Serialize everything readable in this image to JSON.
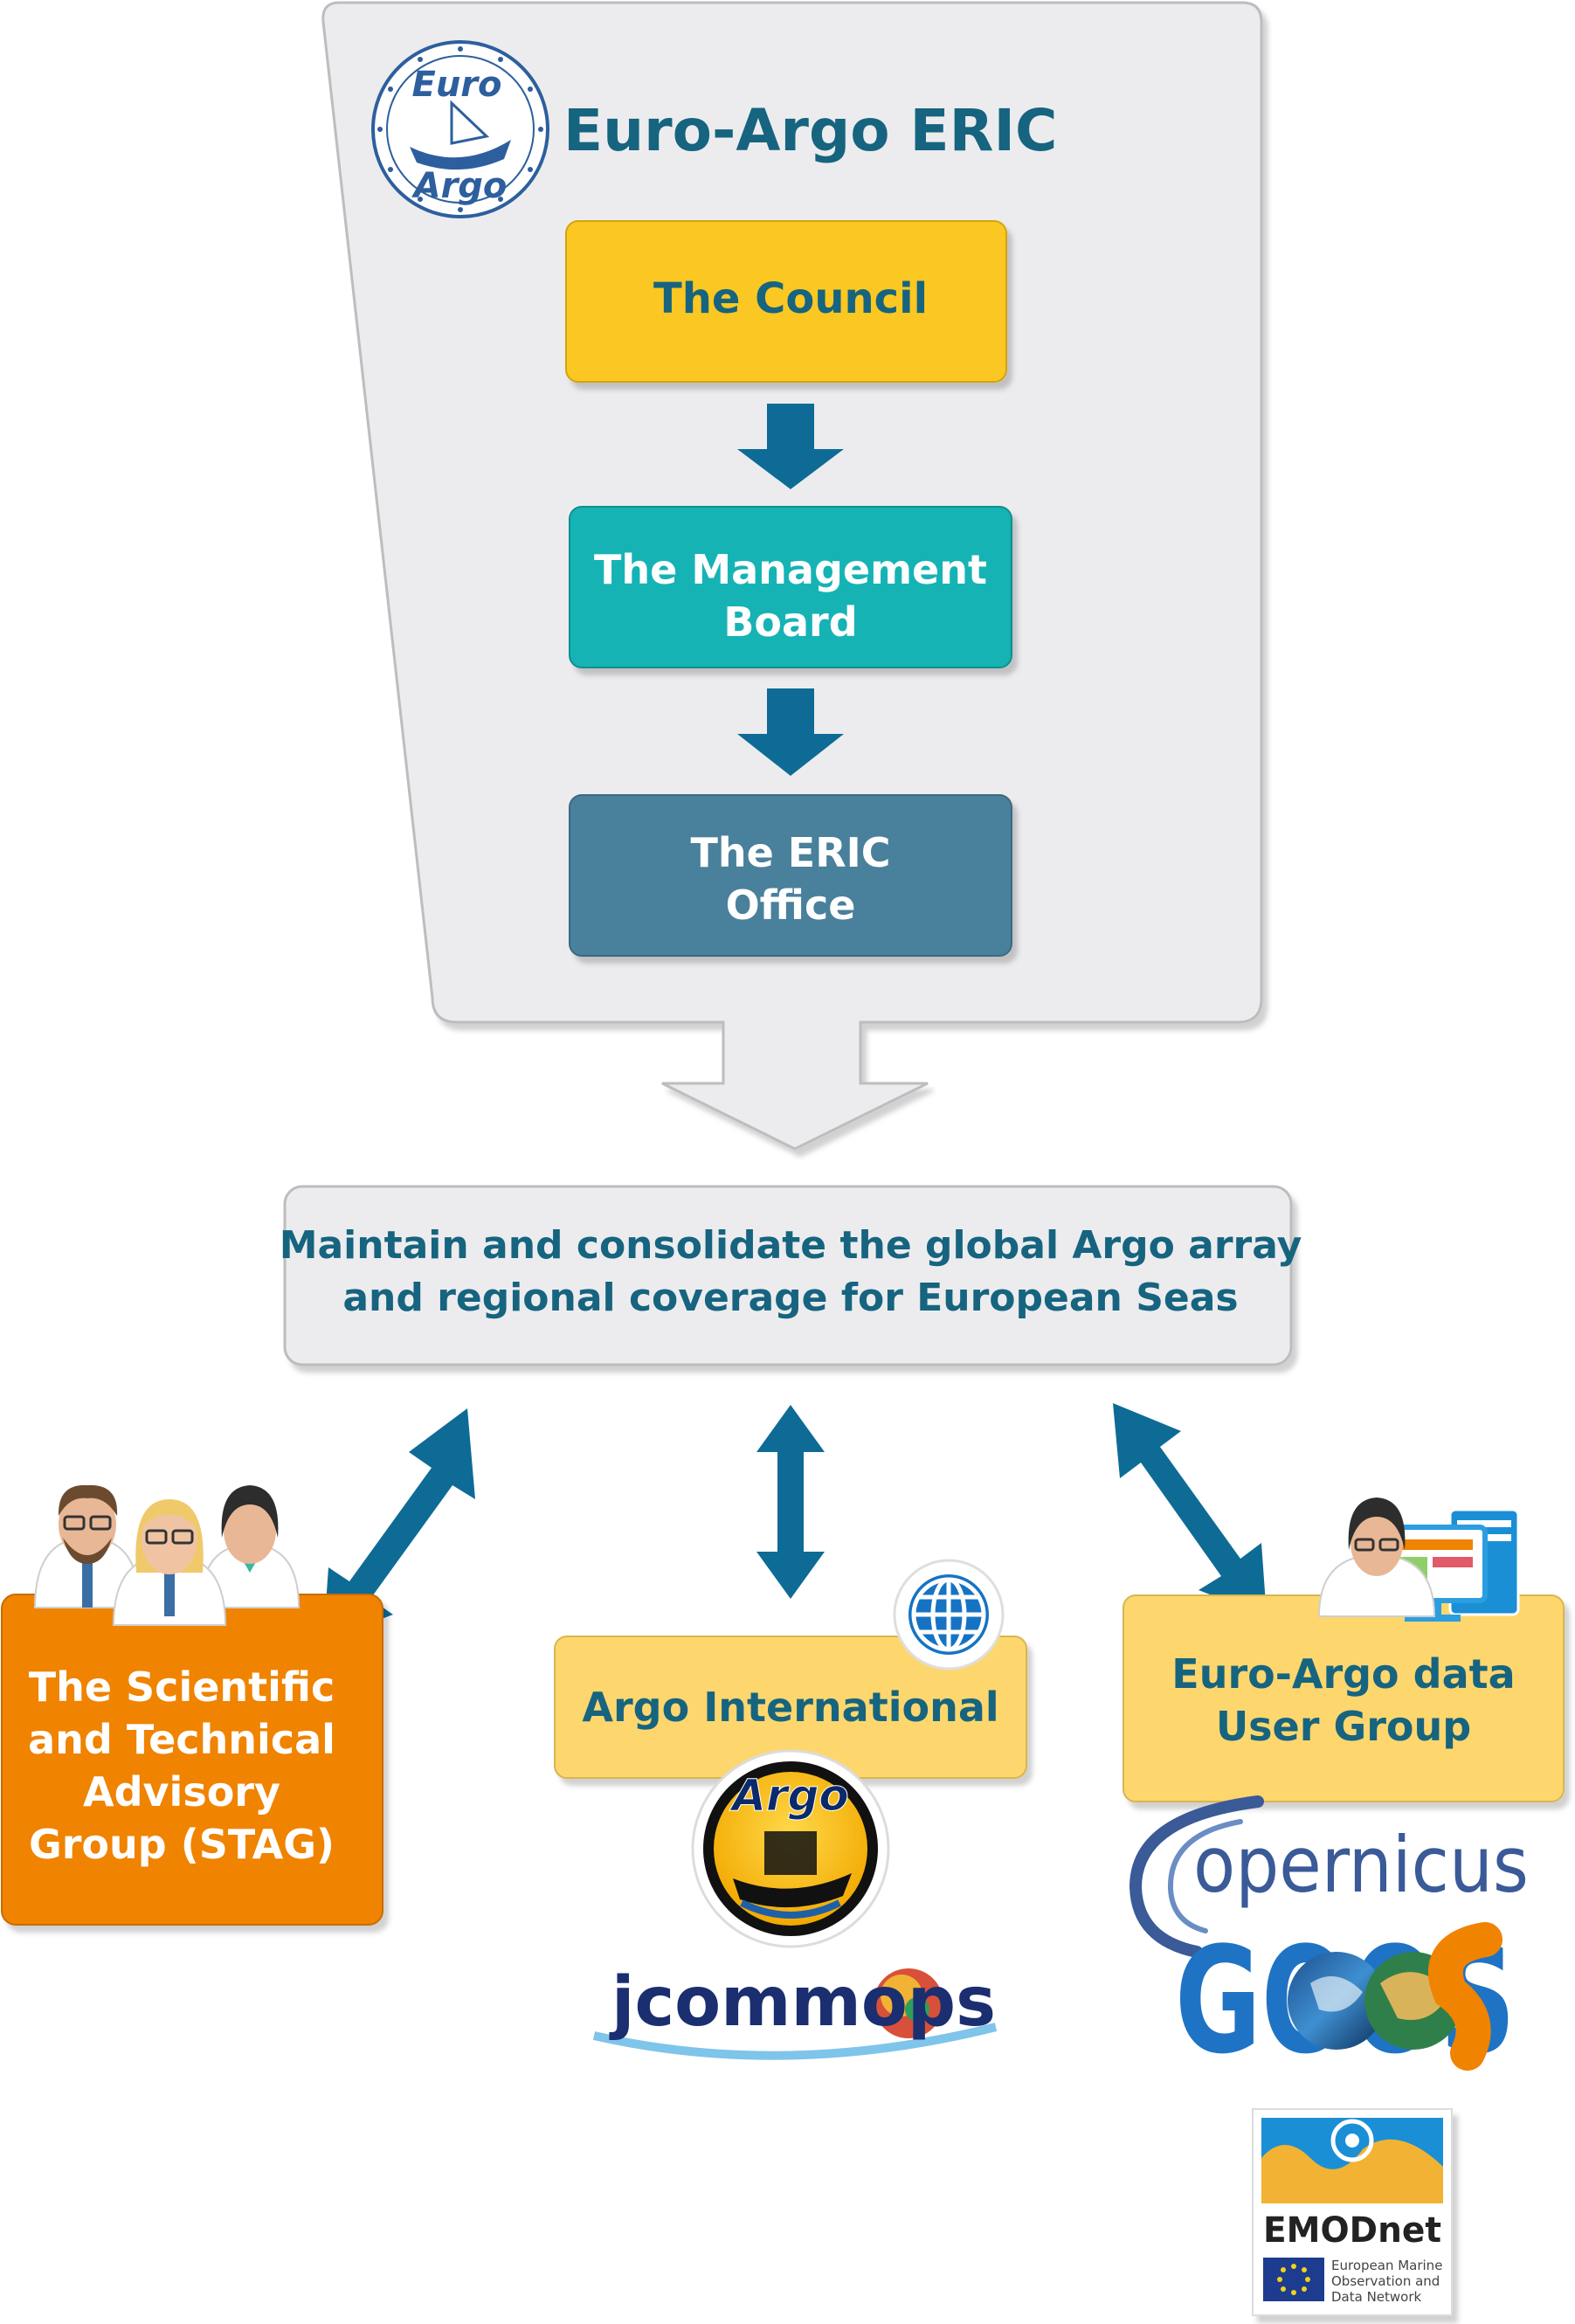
{
  "header": {
    "logo_top": "Euro",
    "logo_bottom": "Argo",
    "title": "Euro-Argo ERIC"
  },
  "governance": {
    "council": "The Council",
    "management_board": [
      "The Management",
      "Board"
    ],
    "eric_office": [
      "The ERIC",
      "Office"
    ]
  },
  "mission": [
    "Maintain and consolidate the global Argo array",
    "and regional coverage for European Seas"
  ],
  "partners": {
    "stag": [
      "The Scientific",
      "and Technical",
      "Advisory",
      "Group (STAG)"
    ],
    "argo_international": "Argo International",
    "user_group": [
      "Euro-Argo data",
      "User Group"
    ]
  },
  "logos": {
    "argo": "Argo",
    "jcommops": "jcommops",
    "copernicus": "opernicus",
    "goos": "GOOS",
    "emodnet": "EMODnet",
    "emodnet_caption": [
      "European Marine",
      "Observation and",
      "Data Network"
    ]
  },
  "colors": {
    "funnel": "#ececee",
    "council": "#fbc722",
    "management_board": "#18b3b5",
    "eric_office": "#4a809b",
    "arrow": "#0e6b96",
    "stag": "#f08300",
    "partner": "#fdd66e",
    "title_text": "#16647f"
  }
}
